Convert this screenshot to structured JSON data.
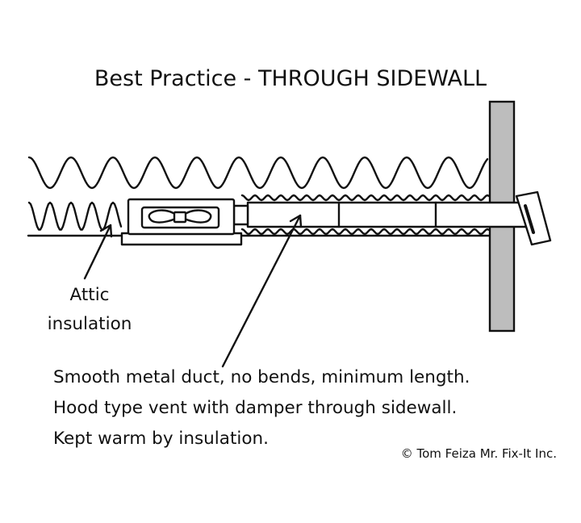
{
  "diagram": {
    "title": "Best Practice - THROUGH SIDEWALL",
    "attic_label_line1": "Attic",
    "attic_label_line2": "insulation",
    "description_line1": "Smooth metal duct, no bends, minimum length.",
    "description_line2": "Hood type vent with damper through sidewall.",
    "description_line3": "Kept warm by insulation.",
    "credit": "© Tom Feiza Mr. Fix-It Inc."
  },
  "colors": {
    "ink": "#111111",
    "wall_fill": "#bdbdbd",
    "background": "#ffffff"
  },
  "icons": [
    "fan-icon",
    "damper-icon"
  ]
}
